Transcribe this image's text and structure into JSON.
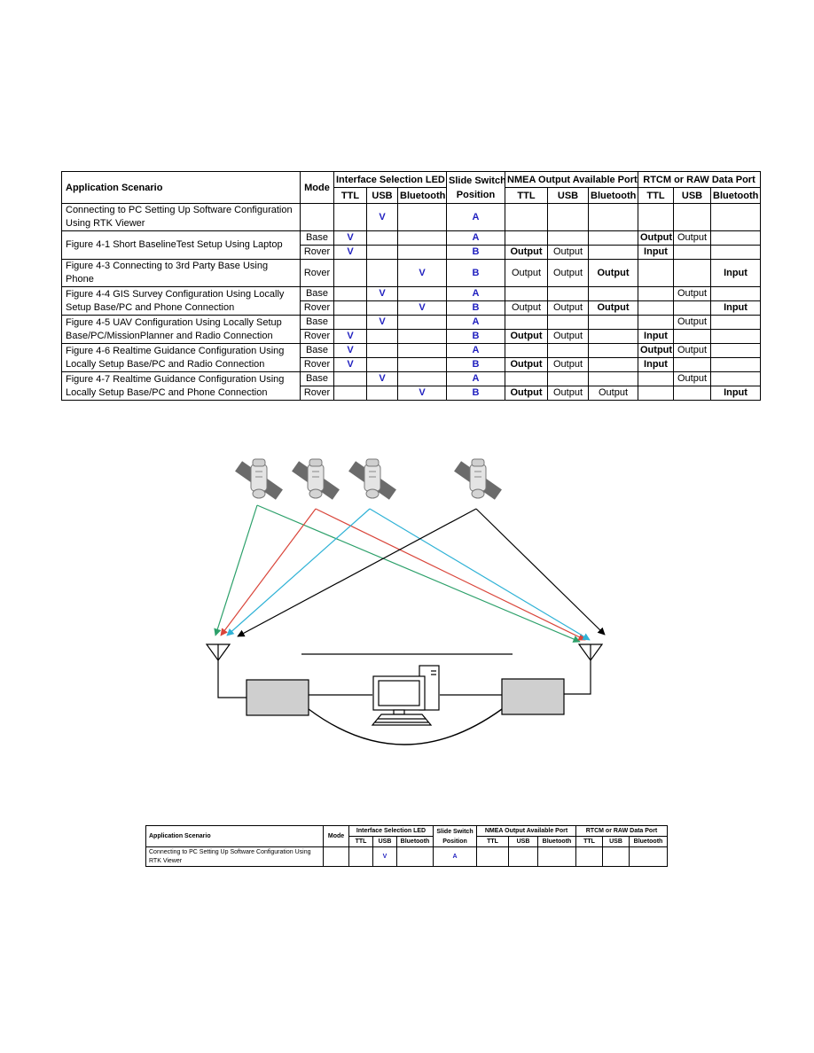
{
  "table_headers": {
    "application_scenario": "Application Scenario",
    "mode": "Mode",
    "interface_selection_led": "Interface Selection LED",
    "slide_switch": "Slide Switch",
    "position": "Position",
    "nmea_output": "NMEA Output Available Port",
    "rtcm_raw": "RTCM or RAW Data Port",
    "ttl": "TTL",
    "usb": "USB",
    "bluetooth": "Bluetooth"
  },
  "rows": [
    {
      "scenario": "Connecting to PC Setting Up Software Configuration Using RTK Viewer",
      "span": 1,
      "lines": 2,
      "mode": "",
      "led": [
        "",
        "V",
        ""
      ],
      "switch": "A",
      "nmea": [
        "",
        "",
        ""
      ],
      "rtcm": [
        "",
        "",
        ""
      ]
    },
    {
      "scenario": "Figure 4-1 Short BaselineTest Setup Using Laptop",
      "span": 2,
      "mode": "Base",
      "led": [
        "V",
        "",
        ""
      ],
      "switch": "A",
      "nmea": [
        "",
        "",
        ""
      ],
      "rtcm": [
        "Output*",
        "Output",
        ""
      ]
    },
    {
      "mode": "Rover",
      "led": [
        "V",
        "",
        ""
      ],
      "switch": "B",
      "nmea": [
        "Output*",
        "Output",
        ""
      ],
      "rtcm": [
        "Input*",
        "",
        ""
      ]
    },
    {
      "scenario": "Figure 4-3 Connecting to 3rd Party Base Using Phone",
      "span": 1,
      "mode": "Rover",
      "led": [
        "",
        "",
        "V"
      ],
      "switch": "B",
      "nmea": [
        "Output",
        "Output",
        "Output*"
      ],
      "rtcm": [
        "",
        "",
        "Input*"
      ]
    },
    {
      "scenario": "Figure 4-4 GIS Survey Configuration Using Locally Setup Base/PC and Phone Connection",
      "span": 2,
      "mode": "Base",
      "led": [
        "",
        "V",
        ""
      ],
      "switch": "A",
      "nmea": [
        "",
        "",
        ""
      ],
      "rtcm": [
        "",
        "Output",
        ""
      ]
    },
    {
      "mode": "Rover",
      "led": [
        "",
        "",
        "V"
      ],
      "switch": "B",
      "nmea": [
        "Output",
        "Output",
        "Output*"
      ],
      "rtcm": [
        "",
        "",
        "Input*"
      ]
    },
    {
      "scenario": "Figure 4-5 UAV Configuration Using Locally Setup Base/PC/MissionPlanner and Radio Connection",
      "span": 2,
      "mode": "Base",
      "led": [
        "",
        "V",
        ""
      ],
      "switch": "A",
      "nmea": [
        "",
        "",
        ""
      ],
      "rtcm": [
        "",
        "Output",
        ""
      ]
    },
    {
      "mode": "Rover",
      "led": [
        "V",
        "",
        ""
      ],
      "switch": "B",
      "nmea": [
        "Output*",
        "Output",
        ""
      ],
      "rtcm": [
        "Input*",
        "",
        ""
      ]
    },
    {
      "scenario": "Figure 4-6 Realtime Guidance Configuration Using Locally Setup Base/PC and Radio Connection",
      "span": 2,
      "mode": "Base",
      "led": [
        "V",
        "",
        ""
      ],
      "switch": "A",
      "nmea": [
        "",
        "",
        ""
      ],
      "rtcm": [
        "Output*",
        "Output",
        ""
      ]
    },
    {
      "mode": "Rover",
      "led": [
        "V",
        "",
        ""
      ],
      "switch": "B",
      "nmea": [
        "Output*",
        "Output",
        ""
      ],
      "rtcm": [
        "Input*",
        "",
        ""
      ]
    },
    {
      "scenario": "Figure 4-7 Realtime Guidance Configuration Using Locally Setup Base/PC and Phone Connection",
      "span": 2,
      "mode": "Base",
      "led": [
        "",
        "V",
        ""
      ],
      "switch": "A",
      "nmea": [
        "",
        "",
        ""
      ],
      "rtcm": [
        "",
        "Output",
        ""
      ]
    },
    {
      "mode": "Rover",
      "led": [
        "",
        "",
        "V"
      ],
      "switch": "B",
      "nmea": [
        "Output*",
        "Output",
        "Output"
      ],
      "rtcm": [
        "",
        "",
        "Input*"
      ]
    }
  ],
  "small_table_row": {
    "scenario": "Connecting to PC Setting Up Software Configuration Using RTK Viewer",
    "mode": "",
    "led": [
      "",
      "V",
      ""
    ],
    "switch": "A",
    "nmea": [
      "",
      "",
      ""
    ],
    "rtcm": [
      "",
      "",
      ""
    ]
  },
  "diagram": {
    "satellites": [
      "satellite-icon",
      "satellite-icon",
      "satellite-icon",
      "satellite-icon"
    ],
    "signal_colors": [
      "#2ca06a",
      "#d9453a",
      "#2fb2d6",
      "#000000"
    ]
  }
}
